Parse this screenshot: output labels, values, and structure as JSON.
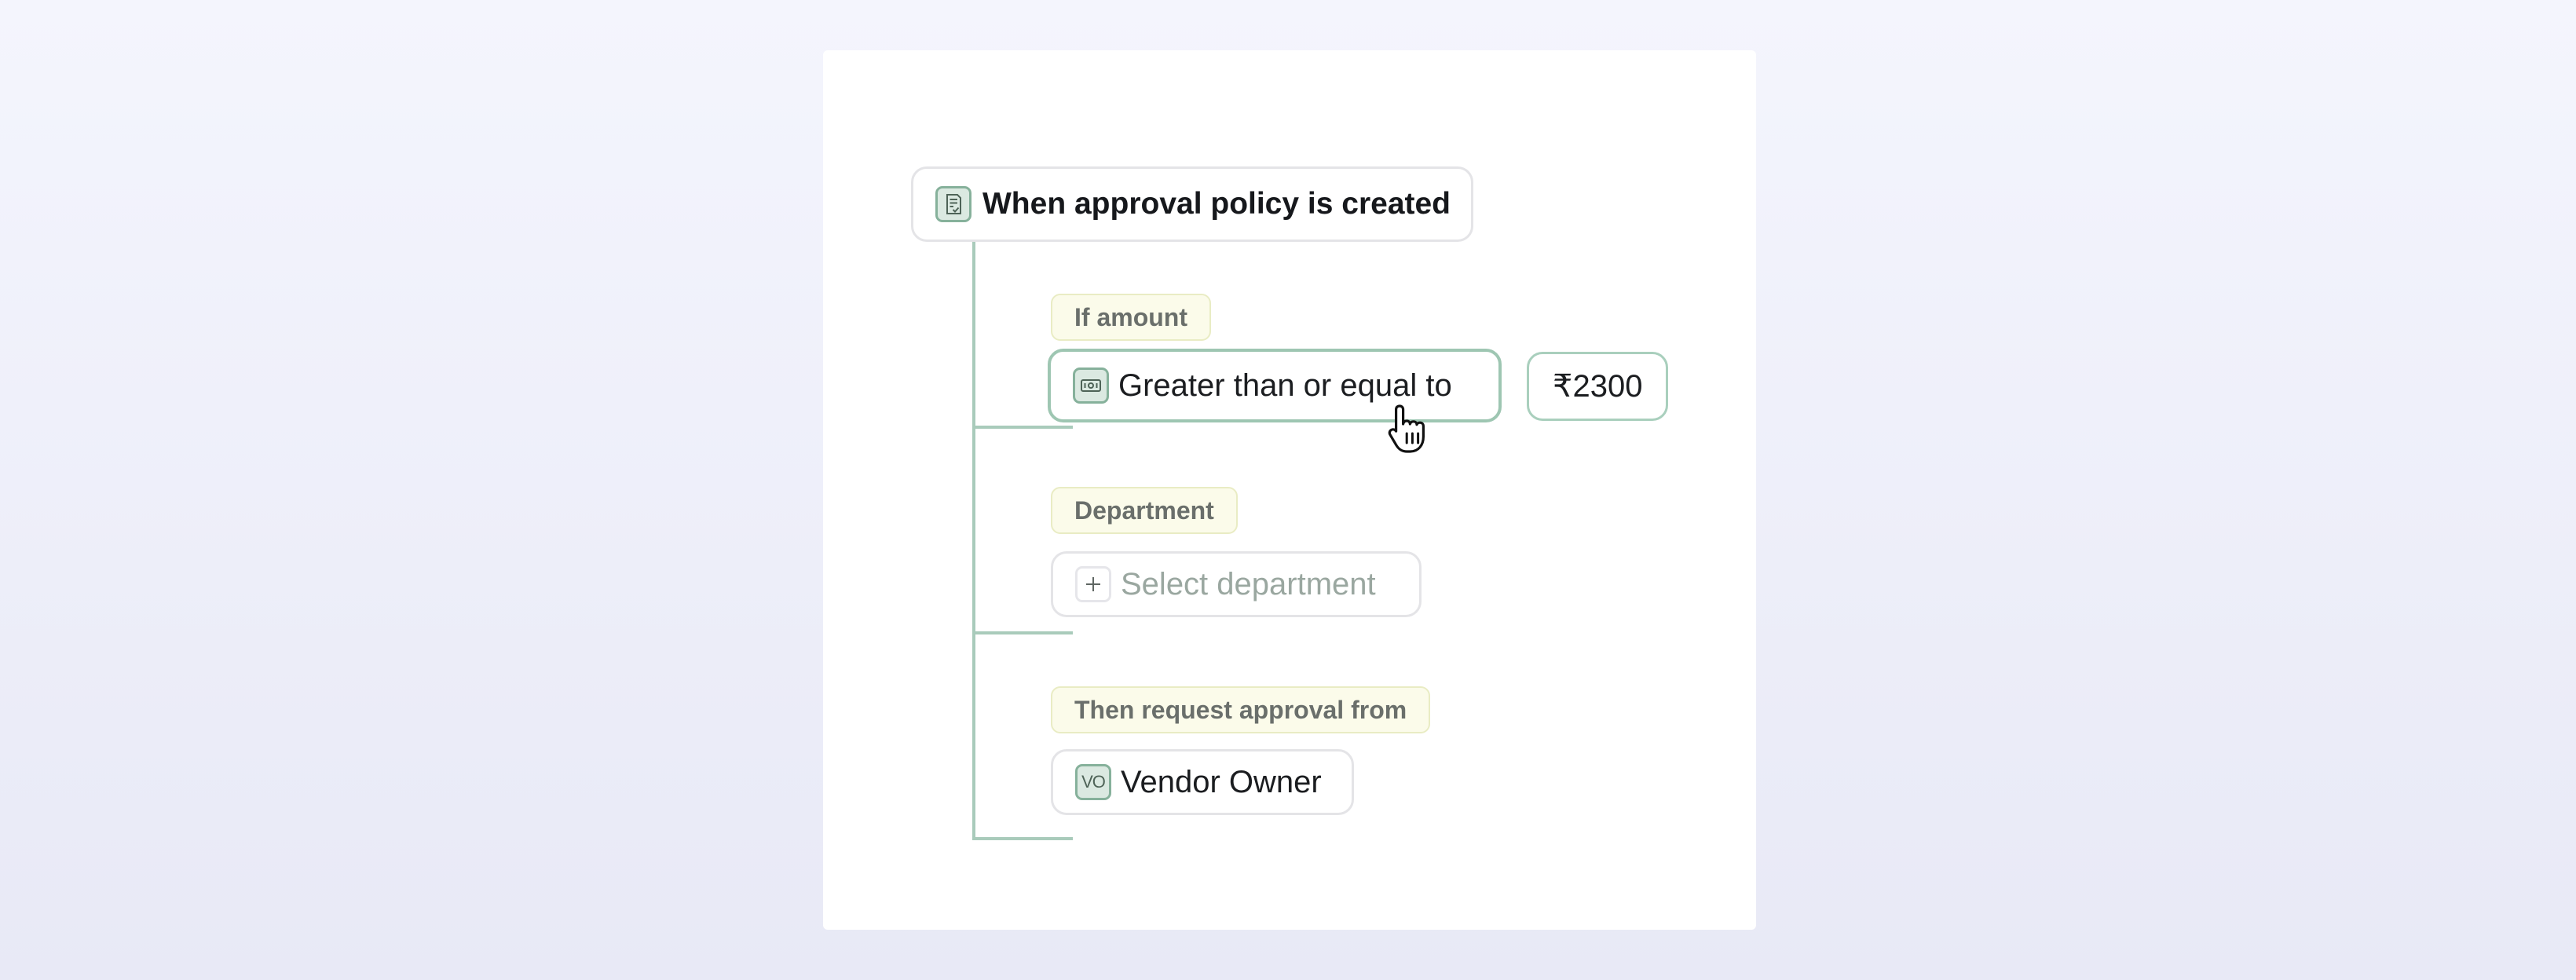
{
  "trigger": {
    "icon": "approval-document-icon",
    "label": "When approval policy is created"
  },
  "conditions": {
    "amount": {
      "tag": "If amount",
      "operator_icon": "money-icon",
      "operator": "Greater than or equal to",
      "value": "₹2300"
    },
    "department": {
      "tag": "Department",
      "add_icon": "plus-icon",
      "placeholder": "Select department"
    }
  },
  "action": {
    "tag": "Then request approval from",
    "approver": {
      "initials": "VO",
      "name": "Vendor Owner"
    }
  },
  "colors": {
    "accent": "#9ec6b2",
    "connector": "#a9cbbb",
    "tag_background": "#fbfbea",
    "icon_background": "#dbe9e1"
  }
}
